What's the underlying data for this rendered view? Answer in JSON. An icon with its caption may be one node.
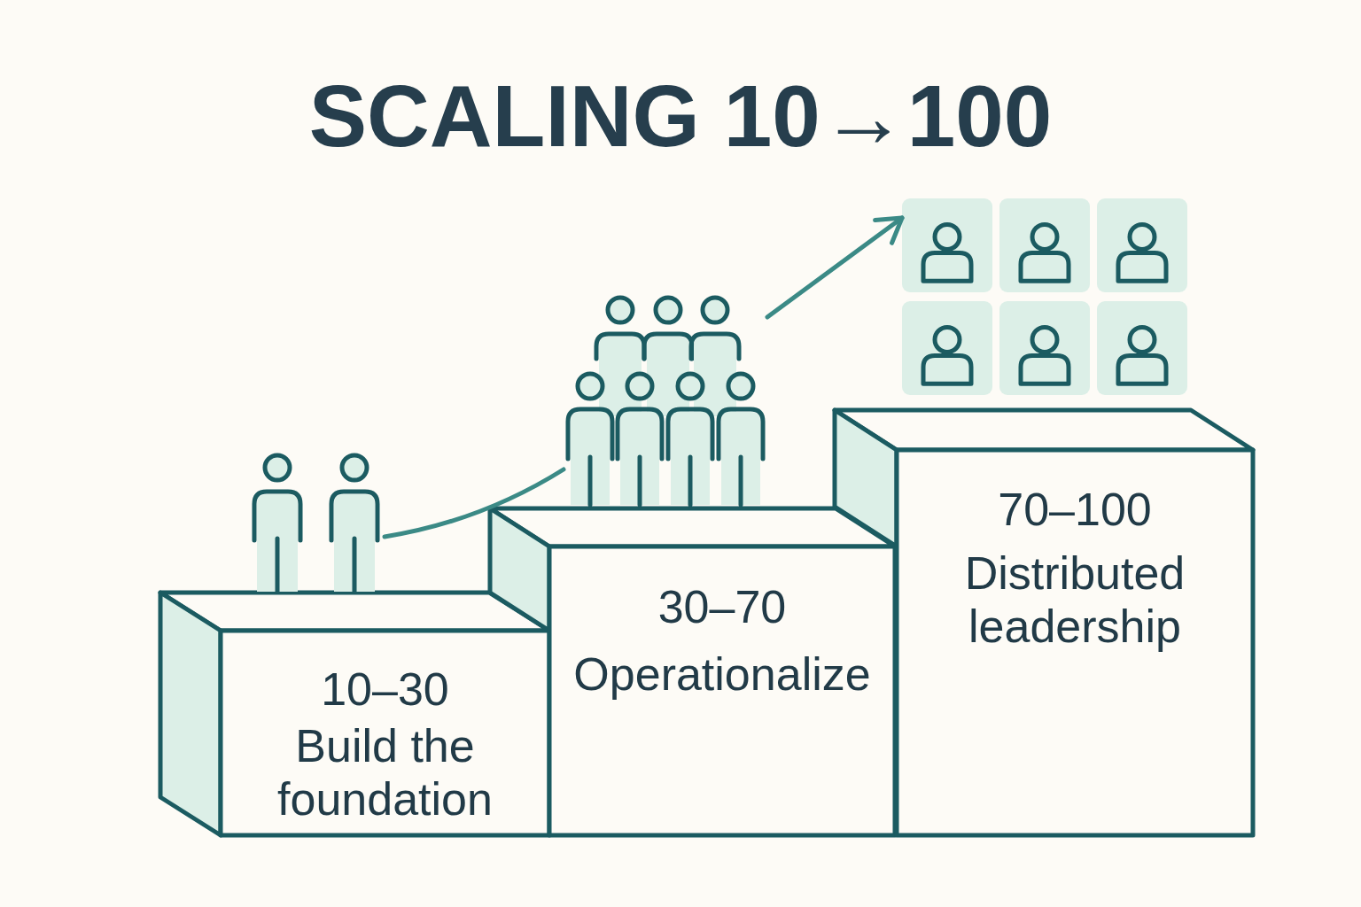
{
  "diagram": {
    "title": "SCALING 10→100",
    "nodes": [
      {
        "text": [
          "10–30",
          "Build the foundation"
        ]
      },
      {
        "text": [
          "30–70",
          "Operationalize"
        ]
      },
      {
        "text": [
          "70–100",
          "Distributed leadership"
        ]
      },
      {
        "text": [],
        "shape": "person"
      },
      {
        "text": [],
        "shape": "person"
      },
      {
        "text": [],
        "shape": "picture"
      }
    ],
    "edges": [
      {
        "from": 3,
        "to": 4,
        "arrow": "none"
      },
      {
        "from": 4,
        "to": 5,
        "arrow": "to"
      }
    ]
  }
}
